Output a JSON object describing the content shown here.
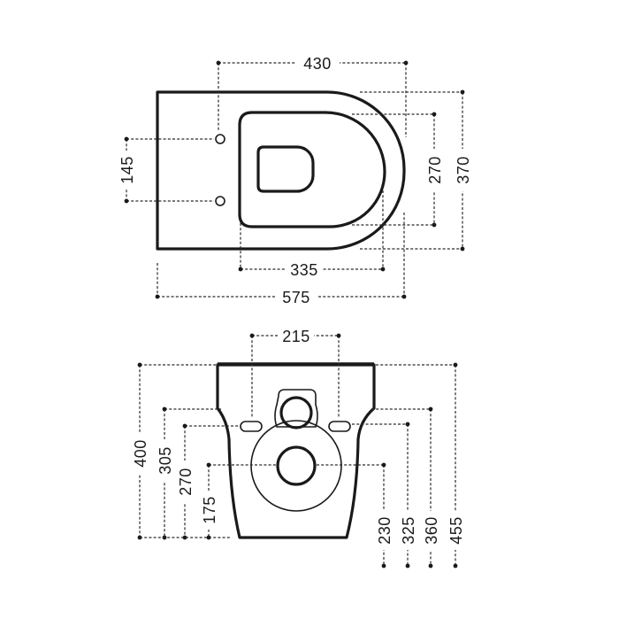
{
  "top_view": {
    "dimensions": {
      "width_430": "430",
      "width_335": "335",
      "width_575": "575",
      "height_145": "145",
      "height_270": "270",
      "height_370": "370"
    }
  },
  "front_view": {
    "dimensions": {
      "width_215": "215",
      "height_400": "400",
      "height_305": "305",
      "height_270": "270",
      "height_175": "175",
      "height_230": "230",
      "height_325": "325",
      "height_360": "360",
      "height_455": "455"
    }
  }
}
